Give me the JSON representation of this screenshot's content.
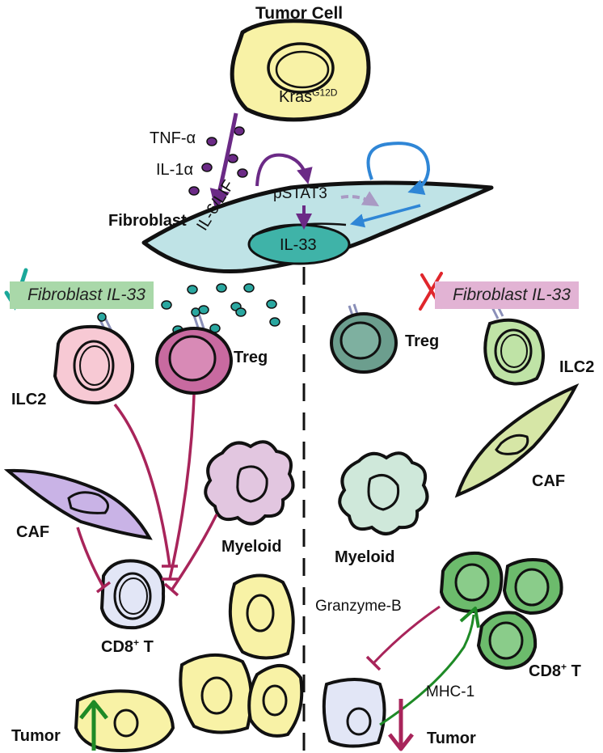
{
  "labels": {
    "tumor_cell": "Tumor Cell",
    "kras_base": "Kras",
    "kras_sup": "G12D",
    "tnf": "TNF-α",
    "il1": "IL-1α",
    "fibroblast": "Fibroblast",
    "il6lif": "IL-6/LIF",
    "pstat3": "pSTAT3",
    "il33": "IL-33"
  },
  "left": {
    "banner": "Fibroblast IL-33",
    "ilc2": "ILC2",
    "treg": "Treg",
    "caf": "CAF",
    "myeloid": "Myeloid",
    "cd8_base": "CD8",
    "cd8_sup": "+",
    "cd8_suffix": " T",
    "tumor": "Tumor"
  },
  "right": {
    "banner": "Fibroblast IL-33",
    "treg": "Treg",
    "ilc2": "ILC2",
    "caf": "CAF",
    "myeloid": "Myeloid",
    "granzyme": "Granzyme-B",
    "mhc": "MHC-1",
    "cd8_base": "CD8",
    "cd8_sup": "+",
    "cd8_suffix": " T",
    "tumor": "Tumor"
  },
  "colors": {
    "outline": "#111111",
    "tumor_fill": "#f8f2a6",
    "fibroblast_fill": "#bfe3e6",
    "il33_fill": "#3fb3a8",
    "purple_arrow": "#6b2a86",
    "light_purple": "#a99ac4",
    "blue_arrow": "#2f86d6",
    "inhibit_red": "#a8245a",
    "ilc2_left": "#f7c9d4",
    "treg_left": "#c86aa0",
    "caf_left": "#c9b3e6",
    "myeloid_left": "#e2c6e0",
    "cd8_left": "#e2e6f6",
    "treg_right": "#6c9e8e",
    "ilc2_right": "#bfe3a6",
    "caf_right": "#d6e6a6",
    "myeloid_right": "#cfe8da",
    "cd8_right": "#6cbb6c",
    "green_arrow": "#1e8a26",
    "check_teal": "#1aa89a",
    "cross_red": "#e0262c",
    "banner_left": "#a9d8a9",
    "banner_right": "#e2b3d4",
    "dots": "#2aa7a0"
  }
}
